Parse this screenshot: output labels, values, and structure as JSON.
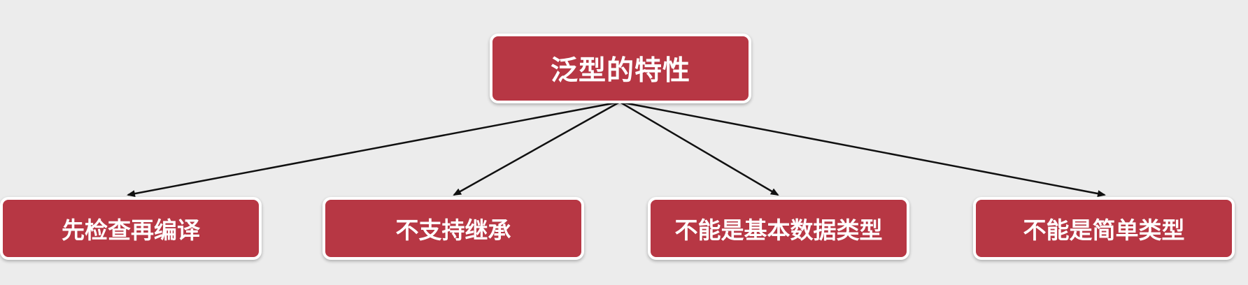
{
  "diagram": {
    "root": {
      "label": "泛型的特性"
    },
    "children": [
      {
        "label": "先检查再编译"
      },
      {
        "label": "不支持继承"
      },
      {
        "label": "不能是基本数据类型"
      },
      {
        "label": "不能是简单类型"
      }
    ]
  },
  "colors": {
    "background": "#ececec",
    "node_fill": "#b73744",
    "node_text": "#ffffff",
    "connector": "#111111"
  }
}
